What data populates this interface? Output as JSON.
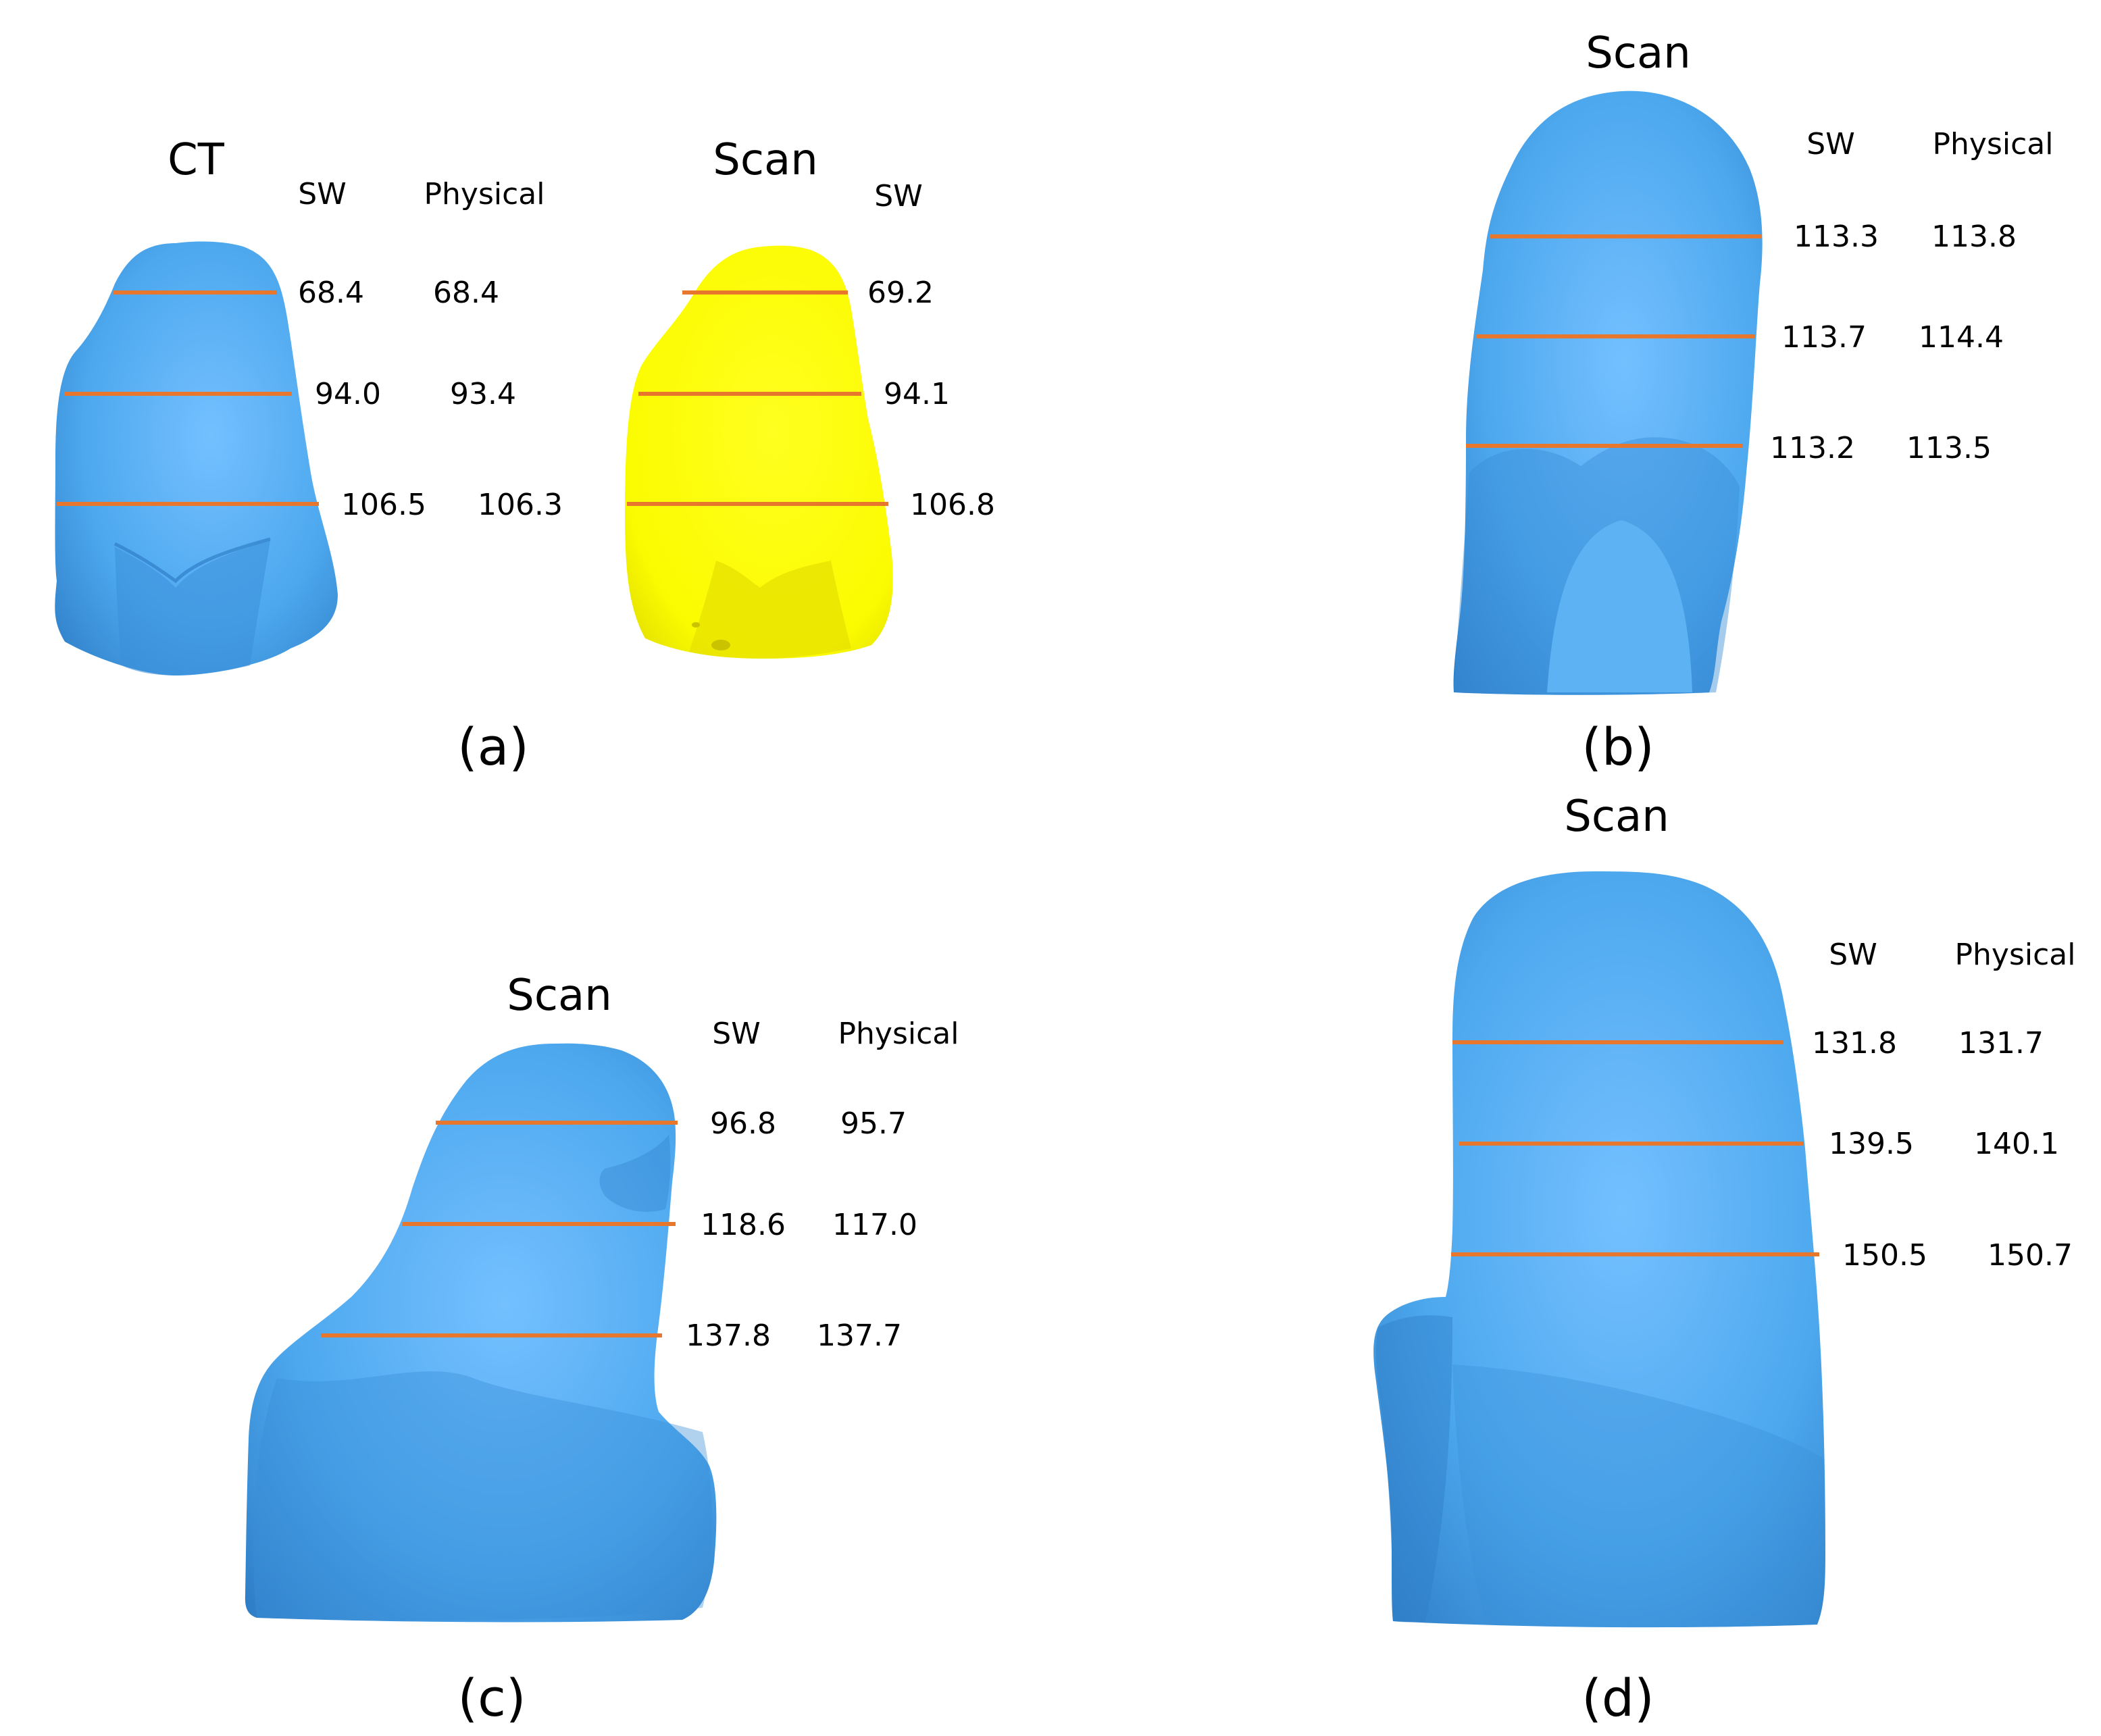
{
  "colors": {
    "model_blue": "#4da8ee",
    "model_blue_dark": "#2f7fc8",
    "model_blue_light": "#74c0ff",
    "model_yellow": "#fbfb00",
    "model_yellow_dark": "#d8d300",
    "cut_line": "#e8772e",
    "text": "#000000"
  },
  "panels": {
    "a": {
      "caption": "(a)",
      "left": {
        "title": "CT",
        "headers": {
          "sw": "SW",
          "physical": "Physical"
        },
        "rows": [
          {
            "sw": "68.4",
            "physical": "68.4"
          },
          {
            "sw": "94.0",
            "physical": "93.4"
          },
          {
            "sw": "106.5",
            "physical": "106.3"
          }
        ]
      },
      "right": {
        "title": "Scan",
        "headers": {
          "sw": "SW"
        },
        "rows": [
          {
            "sw": "69.2"
          },
          {
            "sw": "94.1"
          },
          {
            "sw": "106.8"
          }
        ]
      }
    },
    "b": {
      "caption": "(b)",
      "title": "Scan",
      "headers": {
        "sw": "SW",
        "physical": "Physical"
      },
      "rows": [
        {
          "sw": "113.3",
          "physical": "113.8"
        },
        {
          "sw": "113.7",
          "physical": "114.4"
        },
        {
          "sw": "113.2",
          "physical": "113.5"
        }
      ]
    },
    "c": {
      "caption": "(c)",
      "title": "Scan",
      "headers": {
        "sw": "SW",
        "physical": "Physical"
      },
      "rows": [
        {
          "sw": "96.8",
          "physical": "95.7"
        },
        {
          "sw": "118.6",
          "physical": "117.0"
        },
        {
          "sw": "137.8",
          "physical": "137.7"
        }
      ]
    },
    "d": {
      "caption": "(d)",
      "title": "Scan",
      "headers": {
        "sw": "SW",
        "physical": "Physical"
      },
      "rows": [
        {
          "sw": "131.8",
          "physical": "131.7"
        },
        {
          "sw": "139.5",
          "physical": "140.1"
        },
        {
          "sw": "150.5",
          "physical": "150.7"
        }
      ]
    }
  }
}
